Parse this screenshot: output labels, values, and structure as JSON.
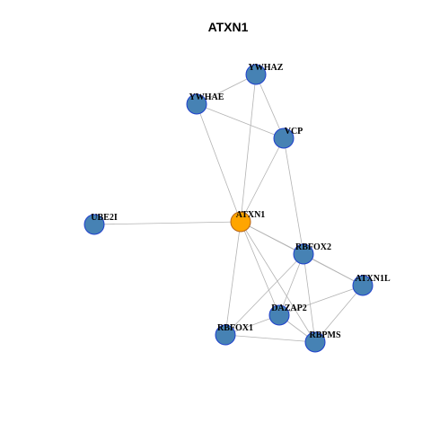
{
  "graph": {
    "title": "ATXN1",
    "colors": {
      "hub_fill": "#FFA500",
      "hub_border": "#B5651D",
      "node_fill": "#4682B4",
      "node_border": "#1E3FCC",
      "edge": "#B3B3B3",
      "label": "#000000"
    },
    "nodes": [
      {
        "id": "ywhaz",
        "label": "YWHAZ",
        "hub": false
      },
      {
        "id": "ywhae",
        "label": "YWHAE",
        "hub": false
      },
      {
        "id": "vcp",
        "label": "VCP",
        "hub": false
      },
      {
        "id": "ube2i",
        "label": "UBE2I",
        "hub": false
      },
      {
        "id": "atxn1",
        "label": "ATXN1",
        "hub": true
      },
      {
        "id": "rbfox2",
        "label": "RBFOX2",
        "hub": false
      },
      {
        "id": "atxn1l",
        "label": "ATXN1L",
        "hub": false
      },
      {
        "id": "dazap2",
        "label": "DAZAP2",
        "hub": false
      },
      {
        "id": "rbfox1",
        "label": "RBFOX1",
        "hub": false
      },
      {
        "id": "rbpms",
        "label": "RBPMS",
        "hub": false
      }
    ],
    "edges": [
      [
        "ywhaz",
        "ywhae"
      ],
      [
        "ywhaz",
        "vcp"
      ],
      [
        "ywhaz",
        "atxn1"
      ],
      [
        "ywhae",
        "vcp"
      ],
      [
        "ywhae",
        "atxn1"
      ],
      [
        "vcp",
        "atxn1"
      ],
      [
        "vcp",
        "rbfox2"
      ],
      [
        "ube2i",
        "atxn1"
      ],
      [
        "atxn1",
        "rbfox2"
      ],
      [
        "atxn1",
        "atxn1l"
      ],
      [
        "atxn1",
        "dazap2"
      ],
      [
        "atxn1",
        "rbfox1"
      ],
      [
        "atxn1",
        "rbpms"
      ],
      [
        "rbfox2",
        "atxn1l"
      ],
      [
        "rbfox2",
        "dazap2"
      ],
      [
        "rbfox2",
        "rbfox1"
      ],
      [
        "rbfox2",
        "rbpms"
      ],
      [
        "atxn1l",
        "dazap2"
      ],
      [
        "atxn1l",
        "rbpms"
      ],
      [
        "dazap2",
        "rbfox1"
      ],
      [
        "dazap2",
        "rbpms"
      ],
      [
        "rbfox1",
        "rbpms"
      ]
    ]
  }
}
